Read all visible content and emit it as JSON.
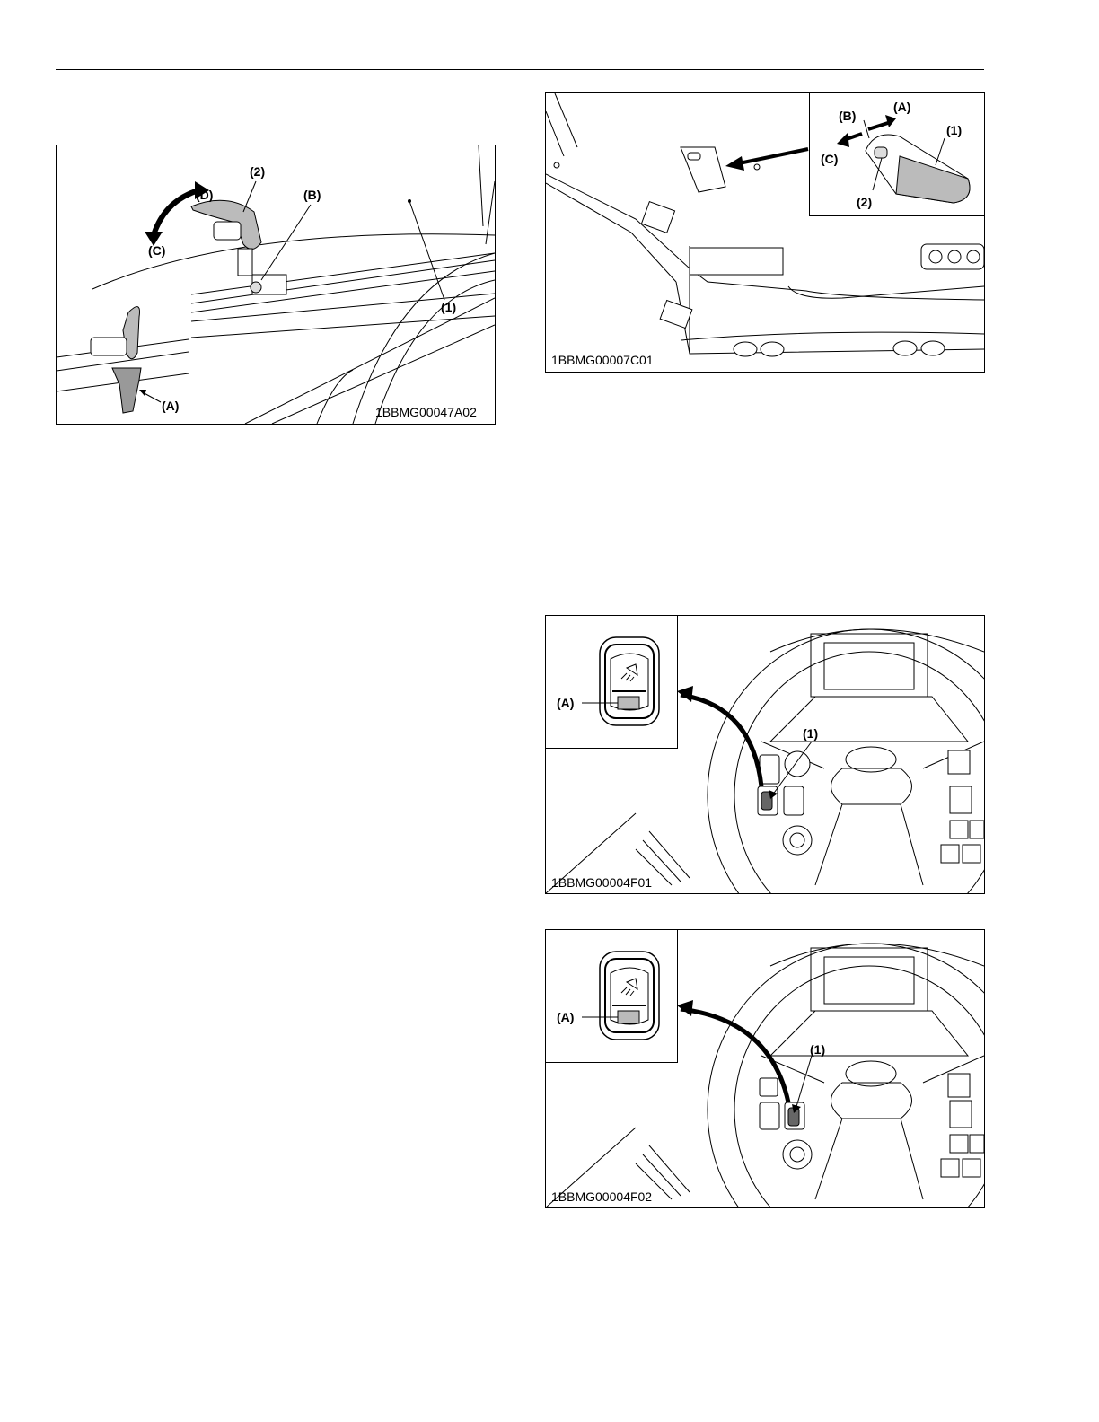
{
  "figures": {
    "roof_latch": {
      "code": "1BBMG00047A02",
      "labels": {
        "one": "(1)",
        "two": "(2)",
        "a": "(A)",
        "b": "(B)",
        "c": "(C)",
        "d": "(D)"
      }
    },
    "dome_light": {
      "code": "1BBMG00007C01",
      "labels": {
        "one": "(1)",
        "two": "(2)",
        "a": "(A)",
        "b": "(B)",
        "c": "(C)"
      }
    },
    "work_light_1": {
      "code": "1BBMG00004F01",
      "labels": {
        "one": "(1)",
        "a": "(A)"
      }
    },
    "work_light_2": {
      "code": "1BBMG00004F02",
      "labels": {
        "one": "(1)",
        "a": "(A)"
      }
    }
  }
}
